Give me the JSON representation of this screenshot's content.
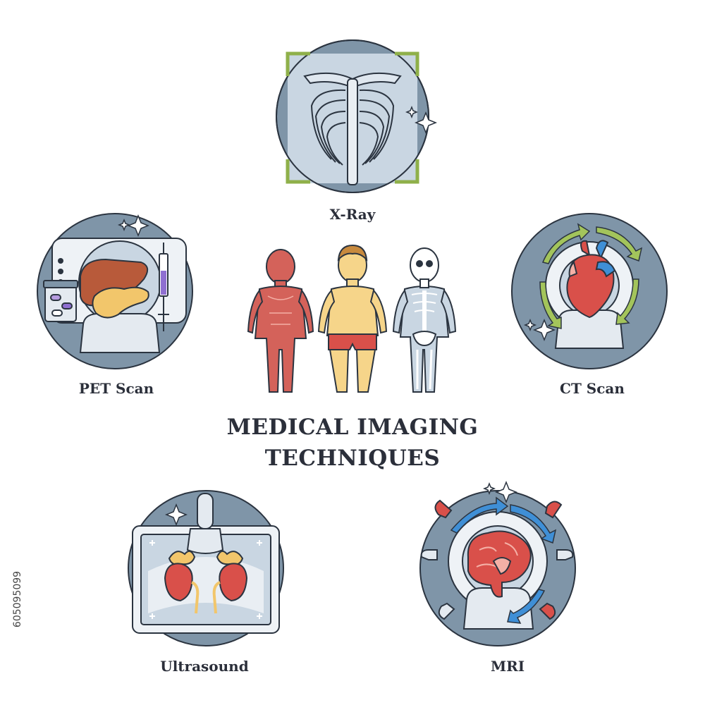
{
  "diagram": {
    "title_line1": "MEDICAL IMAGING",
    "title_line2": "TECHNIQUES",
    "techniques": [
      {
        "label": "X-Ray",
        "icon": "ribcage-icon"
      },
      {
        "label": "PET Scan",
        "icon": "liver-pancreas-icon"
      },
      {
        "label": "CT Scan",
        "icon": "heart-icon"
      },
      {
        "label": "Ultrasound",
        "icon": "kidneys-icon"
      },
      {
        "label": "MRI",
        "icon": "brain-icon"
      }
    ],
    "center_figures": [
      "muscle-body-icon",
      "child-body-icon",
      "skeleton-body-icon"
    ]
  },
  "watermark": {
    "stock_id": "605095099"
  },
  "colors": {
    "circle_fill": "#7f95a8",
    "circle_light": "#c9d6e2",
    "outline": "#2b3440",
    "organ_red": "#d9504a",
    "muscle_red": "#d4625a",
    "skin": "#f6d58a",
    "accent_green": "#a3c45b",
    "accent_blue": "#3f8fd6",
    "liver": "#b85a3a",
    "pancreas": "#f2c66b"
  }
}
